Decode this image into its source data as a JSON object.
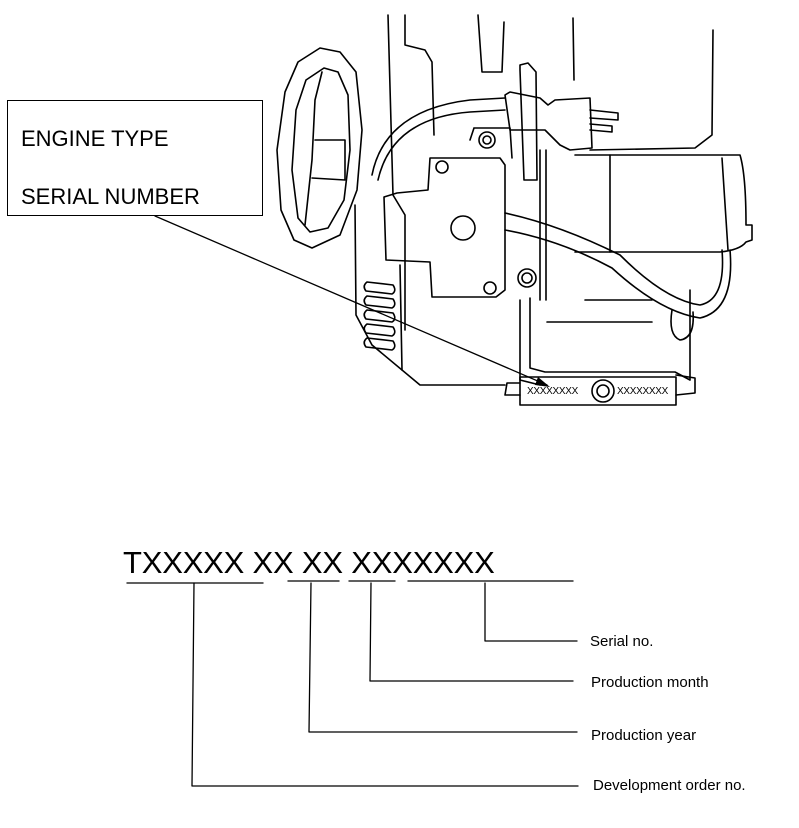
{
  "label_box": {
    "line1": "ENGINE TYPE",
    "line2": "SERIAL NUMBER"
  },
  "plate": {
    "left_text": "XXXXXXXX",
    "right_text": "XXXXXXXX"
  },
  "code_format": {
    "full": "TXXXXX XX XX XXXXXXX",
    "segments": [
      {
        "text": "TXXXXX",
        "meaning": "Development order no."
      },
      {
        "text": "XX",
        "meaning": "Production year"
      },
      {
        "text": "XX",
        "meaning": "Production month"
      },
      {
        "text": "XXXXXXX",
        "meaning": "Serial no."
      }
    ]
  },
  "legend": {
    "serial": "Serial no.",
    "month": "Production month",
    "year": "Production year",
    "development": "Development order no."
  }
}
